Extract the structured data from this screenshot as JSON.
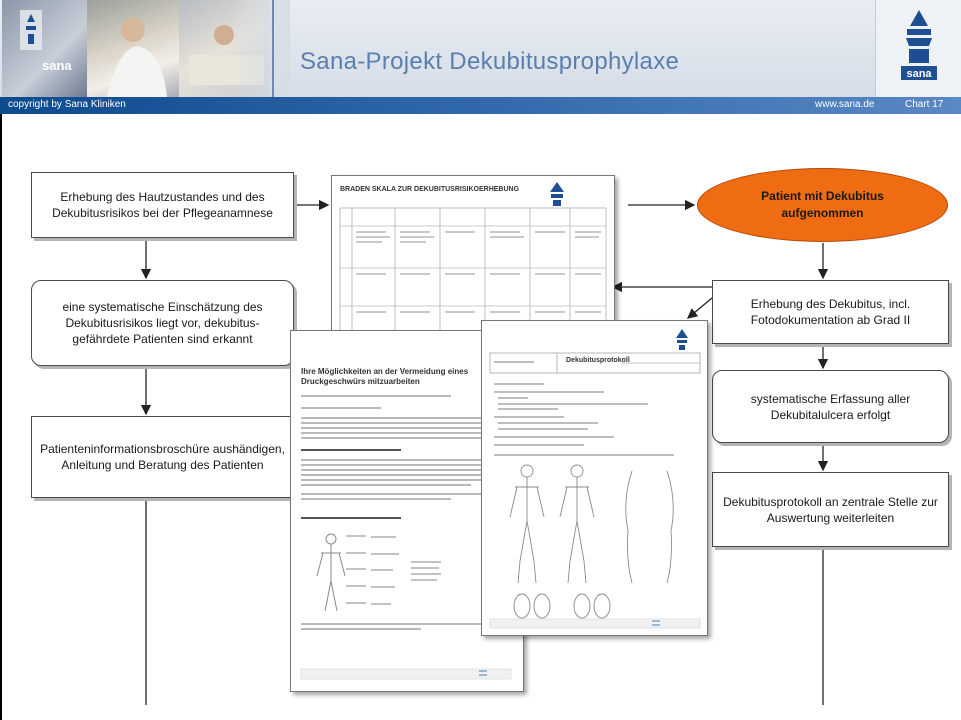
{
  "header": {
    "title": "Sana-Projekt Dekubitusprophylaxe",
    "logo_text": "sana",
    "photo_logo_text": "sana"
  },
  "bar": {
    "copyright": "copyright by Sana Kliniken",
    "url": "www.sana.de",
    "chart": "Chart 17"
  },
  "flow_left": {
    "step1": "Erhebung des Hautzustandes und des Dekubitusrisikos bei der Pflegeanamnese",
    "step2": "eine systematische Einschätzung des Dekubitusrisikos liegt vor, dekubitus-gefährdete Patienten sind erkannt",
    "step3": "Patienteninformationsbroschüre aushändigen, Anleitung und Beratung des Patienten"
  },
  "flow_right": {
    "start": "Patient mit Dekubitus aufgenommen",
    "step1": "Erhebung des Dekubitus, incl. Fotodokumentation ab Grad II",
    "step2": "systematische Erfassung aller Dekubitalulcera erfolgt",
    "step3": "Dekubitusprotokoll an zentrale Stelle zur Auswertung weiterleiten"
  },
  "documents": {
    "scale_title": "BRADEN SKALA ZUR DEKUBITUSRISIKOERHEBUNG",
    "brochure_title": "Ihre Möglichkeiten an der Vermeidung eines Druckgeschwürs mitzuarbeiten",
    "protocol_title": "Dekubitusprotokoll"
  },
  "colors": {
    "accent": "#5a7fae",
    "bar": "#0d4a8e",
    "ellipse": "#ef6c12"
  }
}
